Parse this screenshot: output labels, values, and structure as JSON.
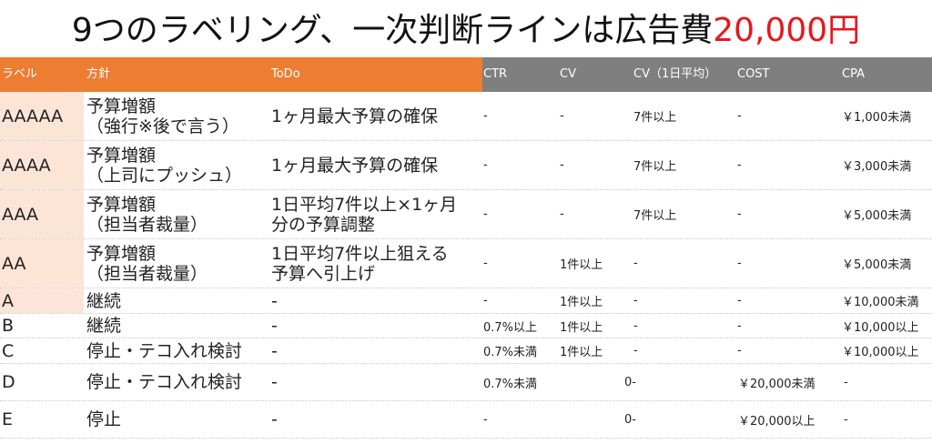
{
  "title": {
    "main": "9つのラベリング、一次判断ラインは広告費",
    "highlight": "20,000円",
    "highlight_color": "#e8161c"
  },
  "header": [
    "ラベル",
    "方針",
    "ToDo",
    "CTR",
    "CV",
    "CV（1日平均）",
    "COST",
    "CPA"
  ],
  "rows": [
    {
      "label": "AAAAA",
      "policy": "予算増額",
      "policy_sub": "（強行※後で言う）",
      "todo": "1ヶ月最大予算の確保",
      "todo2": "",
      "ctr": "-",
      "cv": "-",
      "cv_avg": "7件以上",
      "cost": "-",
      "cpa": "￥1,000未満"
    },
    {
      "label": "AAAA",
      "policy": "予算増額",
      "policy_sub": "（上司にプッシュ）",
      "todo": "1ヶ月最大予算の確保",
      "todo2": "",
      "ctr": "-",
      "cv": "-",
      "cv_avg": "7件以上",
      "cost": "-",
      "cpa": "￥3,000未満"
    },
    {
      "label": "AAA",
      "policy": "予算増額",
      "policy_sub": "（担当者裁量）",
      "todo": "1日平均7件以上×1ヶ月",
      "todo2": "分の予算調整",
      "ctr": "-",
      "cv": "-",
      "cv_avg": "7件以上",
      "cost": "-",
      "cpa": "￥5,000未満"
    },
    {
      "label": "AA",
      "policy": "予算増額",
      "policy_sub": "（担当者裁量）",
      "todo": "1日平均7件以上狙える",
      "todo2": "予算へ引上げ",
      "ctr": "-",
      "cv": "1件以上",
      "cv_avg": "-",
      "cost": "-",
      "cpa": "￥5,000未満"
    },
    {
      "label": "A",
      "policy": "継続",
      "todo": "-",
      "ctr": "-",
      "cv": "1件以上",
      "cv_avg": "-",
      "cost": "-",
      "cpa": "￥10,000未満"
    },
    {
      "label": "B",
      "policy": "継続",
      "todo": "-",
      "ctr": "0.7%以上",
      "cv": "1件以上",
      "cv_avg": "-",
      "cost": "-",
      "cpa": "￥10,000以上"
    },
    {
      "label": "C",
      "policy": "停止・テコ入れ検討",
      "todo": "-",
      "ctr": "0.7%未満",
      "cv": "1件以上",
      "cv_avg": "-",
      "cost": "-",
      "cpa": "￥10,000以上"
    },
    {
      "label": "D",
      "policy": "停止・テコ入れ検討",
      "todo": "-",
      "ctr": "0.7%未満",
      "cv": "",
      "cv_avg": "0-",
      "cost": "￥20,000未満",
      "cpa": "-"
    },
    {
      "label": "E",
      "policy": "停止",
      "todo": "-",
      "ctr": "-",
      "cv": "",
      "cv_avg": "0-",
      "cost": "￥20,000以上",
      "cpa": "-"
    }
  ]
}
